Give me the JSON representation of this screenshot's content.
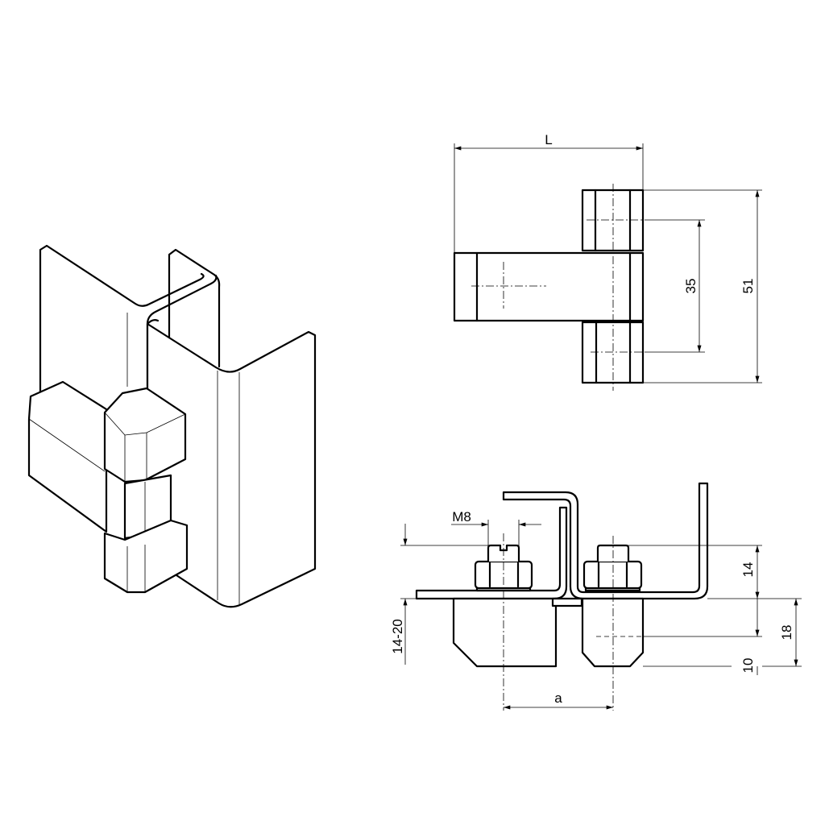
{
  "drawing": {
    "line_color": "#000000",
    "background": "#ffffff",
    "views": [
      "isometric-view",
      "top-view",
      "front-section-view"
    ],
    "dimensions": {
      "length": "L",
      "knuckle_spacing": "35",
      "total_height": "51",
      "bolt_size": "M8",
      "panel_thickness_range": "14-20",
      "bolt_projection": "14",
      "body_height": "18",
      "chamfer_height": "10",
      "bolt_spacing": "a"
    }
  }
}
